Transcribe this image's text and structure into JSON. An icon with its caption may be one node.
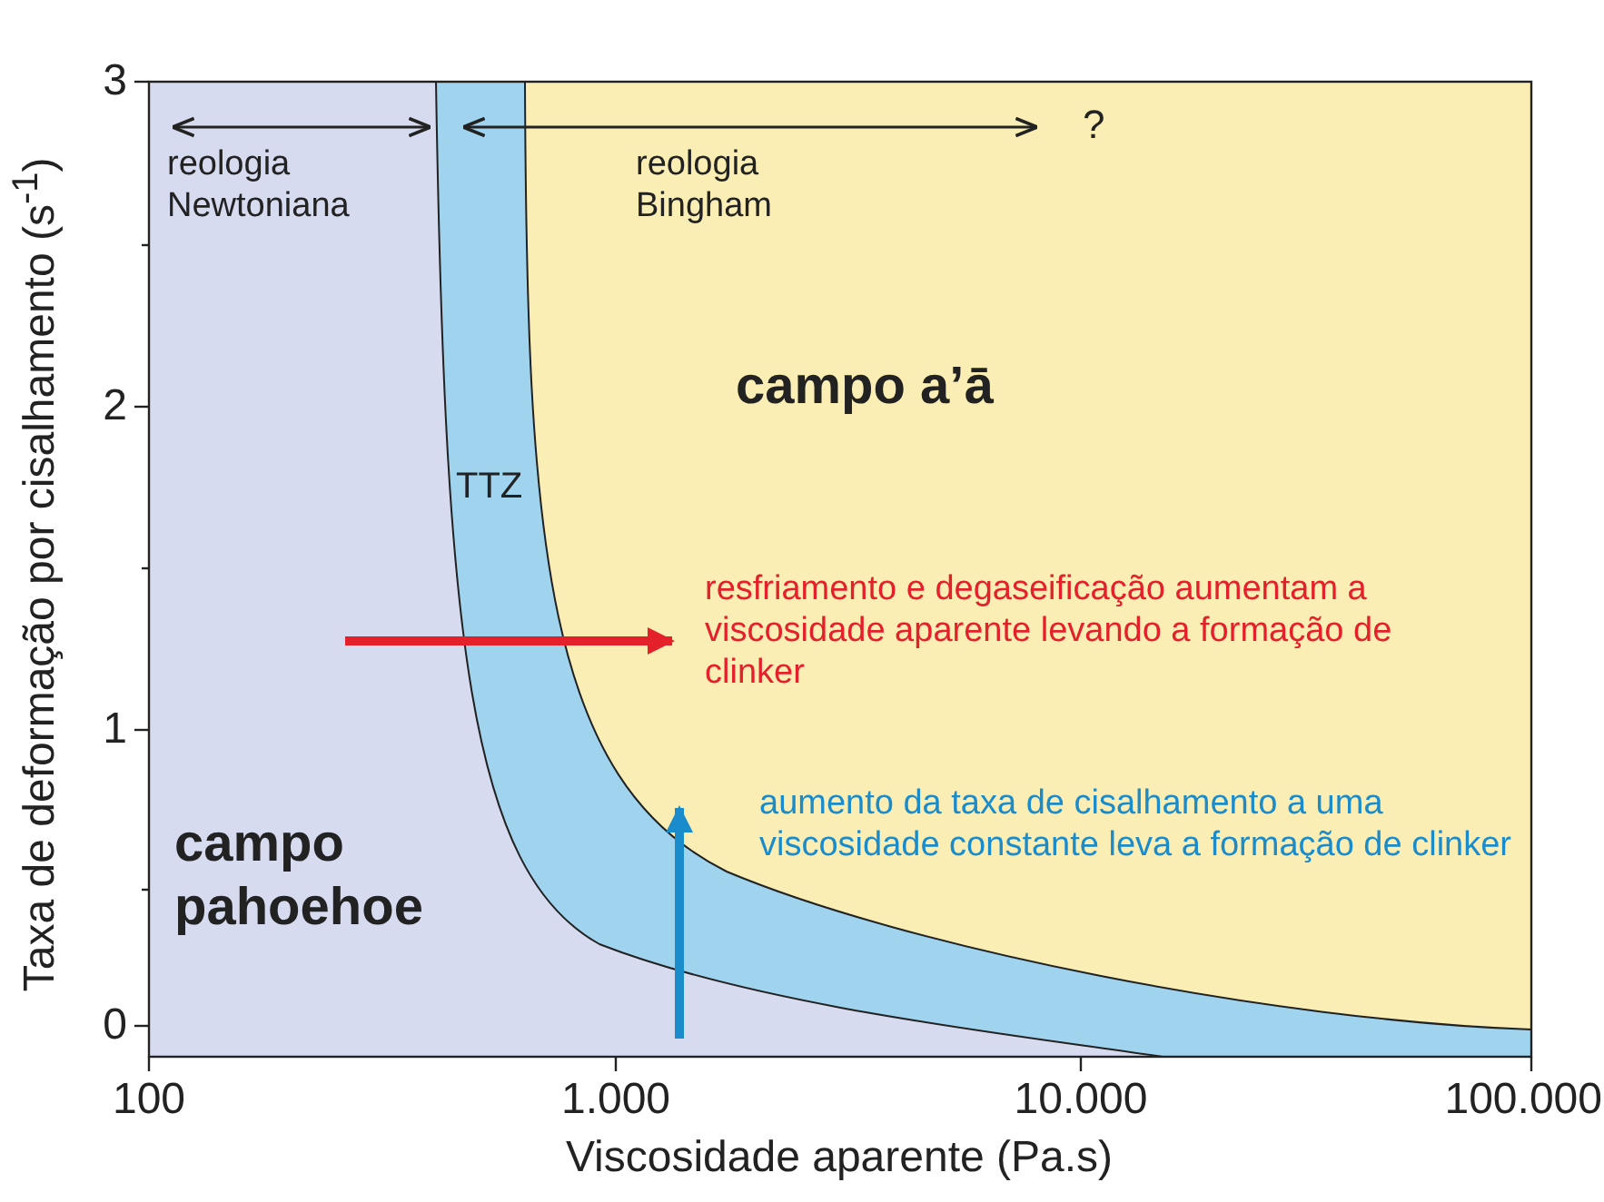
{
  "diagram": {
    "labels": [
      "3",
      "reologia Newtoniana",
      "reologia Bingham",
      "?",
      "2",
      "campo a’ā",
      "TTZ",
      "resfriamento e degaseificação aumentam a viscosidade aparente levando a formação de clinker",
      "1",
      "aumento da taxa de cisalhamento a uma viscosidade constante leva a formação de clinker",
      "campo pahoehoe",
      "0",
      "100",
      "1.000",
      "10.000",
      "100.000",
      "Viscosidade aparente (Pa.s)",
      "Taxa de deformação por cisalhamento (s$^{-1}$)"
    ]
  }
}
